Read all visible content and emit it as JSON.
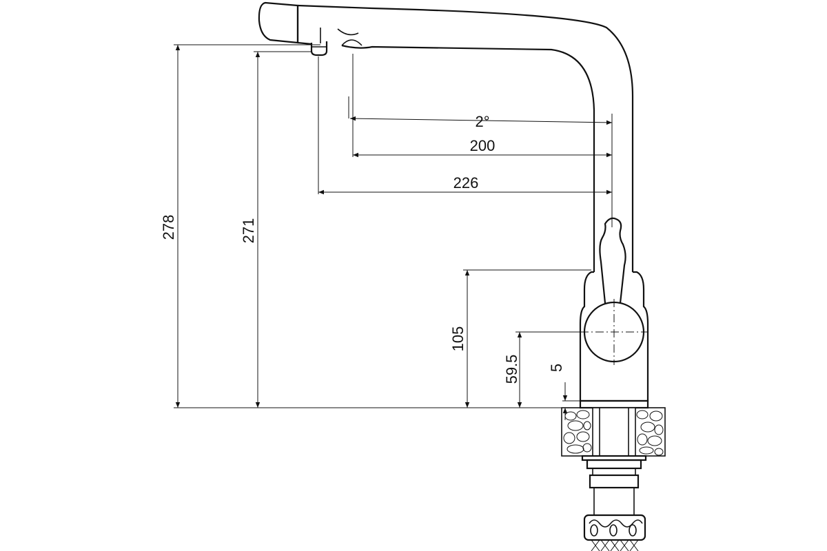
{
  "drawing": {
    "dimensions": {
      "angle_label": "2°",
      "reach_spout": "200",
      "reach_aerator": "226",
      "height_total": "278",
      "height_outlet": "271",
      "height_body": "105",
      "height_handle_axis": "59.5",
      "height_base": "5"
    }
  }
}
